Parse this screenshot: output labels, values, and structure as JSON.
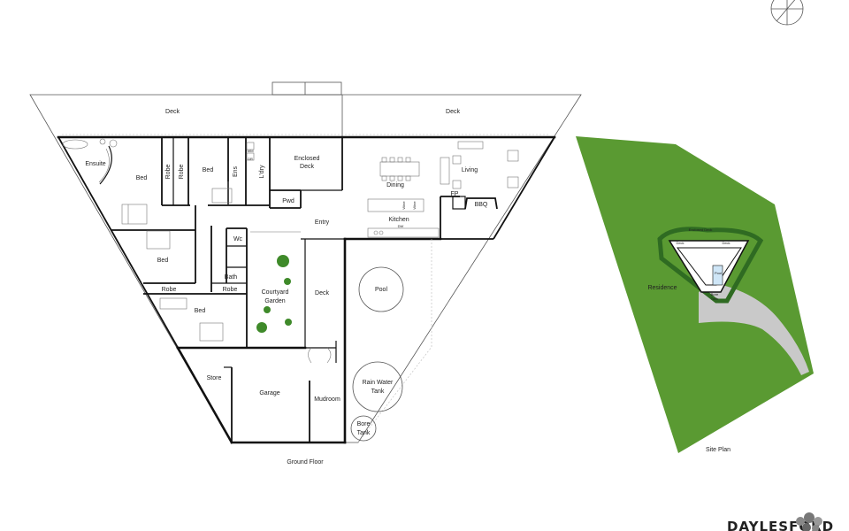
{
  "floor_plan": {
    "title": "Ground Floor",
    "rooms": {
      "deck_left": "Deck",
      "deck_right": "Deck",
      "ensuite": "Ensuite",
      "bed_master": "Bed",
      "robe_1": "Robe",
      "robe_2": "Robe",
      "bed_2": "Bed",
      "ens": "Ens",
      "wm": "WM",
      "dr": "DR",
      "laundry": "L'dry",
      "enclosed_deck": "Enclosed\nDeck",
      "enclosed_deck_l1": "Enclosed",
      "enclosed_deck_l2": "Deck",
      "pwd": "Pwd",
      "dining": "Dining",
      "living": "Living",
      "fp": "FP",
      "bbq": "BBQ",
      "wine_1": "Wine",
      "wine_2": "Wine",
      "kitchen": "Kitchen",
      "dw": "DW",
      "entry": "Entry",
      "bed_3": "Bed",
      "wc": "Wc",
      "bath": "Bath",
      "robe_3": "Robe",
      "robe_4": "Robe",
      "courtyard_l1": "Courtyard",
      "courtyard_l2": "Garden",
      "deck_mid": "Deck",
      "bed_4": "Bed",
      "pool": "Pool",
      "store": "Store",
      "garage": "Garage",
      "mudroom": "Mudroom",
      "rain_l1": "Rain Water",
      "rain_l2": "Tank",
      "bore_l1": "Bore",
      "bore_l2": "Tank"
    }
  },
  "site_plan": {
    "title": "Site Plan",
    "labels": {
      "enclosed_deck": "Enclosed Deck",
      "deck_left": "Deck",
      "deck_right": "Deck",
      "residence": "Residence",
      "pool": "Pool",
      "rain_water_tank": "Rain Water Tank",
      "bore_tank_l1": "Bore",
      "bore_tank_l2": "Tank"
    },
    "colors": {
      "lawn": "#5a9a32",
      "hedge": "#2f6b22",
      "driveway": "#c9c9c9"
    }
  },
  "brand": {
    "name": "DAYLESFORD"
  }
}
